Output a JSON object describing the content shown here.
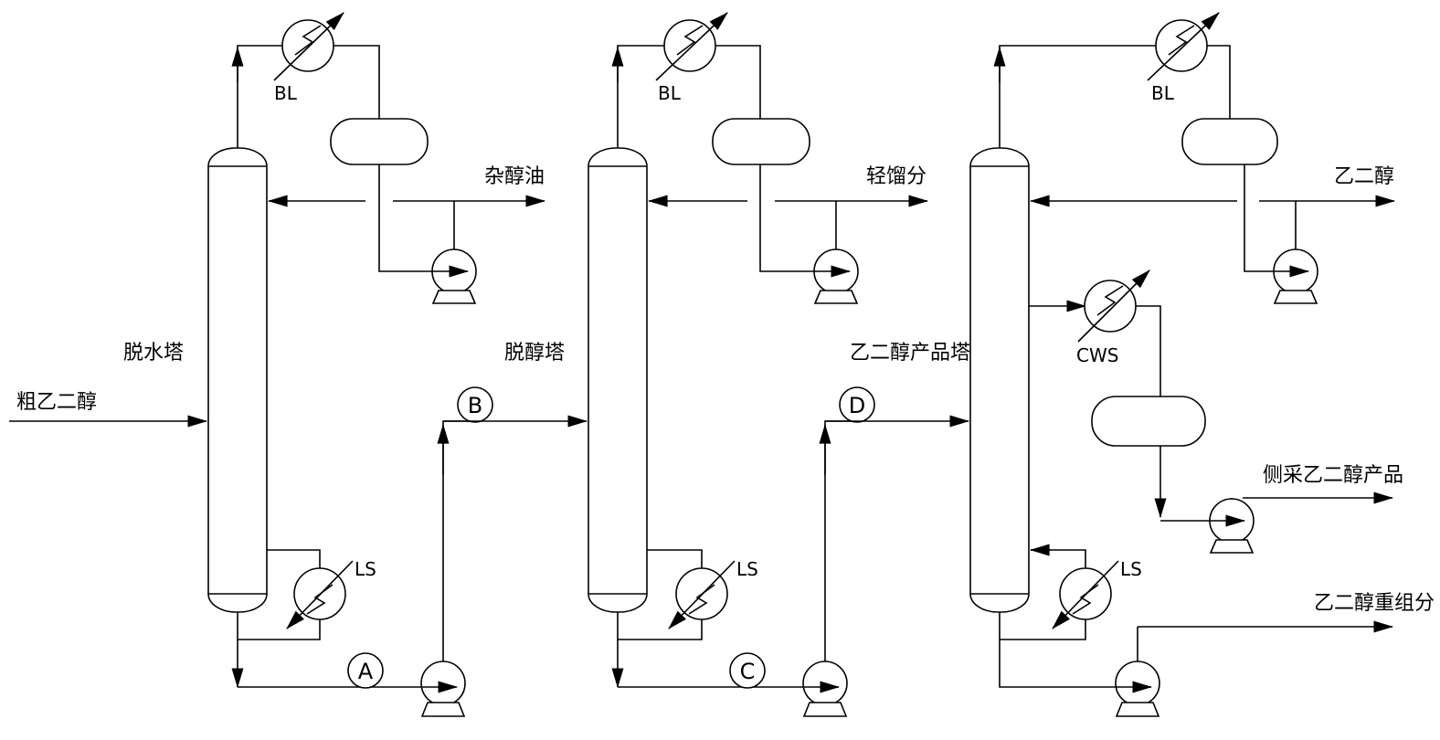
{
  "labels": {
    "crude_feed": "粗乙二醇",
    "col1": "脱水塔",
    "col2": "脱醇塔",
    "col3": "乙二醇产品塔",
    "out1": "杂醇油",
    "out2": "轻馏分",
    "out3": "乙二醇",
    "side": "侧采乙二醇产品",
    "heavy": "乙二醇重组分"
  },
  "utilities": {
    "bl": "BL",
    "ls": "LS",
    "cws": "CWS"
  },
  "connectors": {
    "a": "A",
    "b": "B",
    "c": "C",
    "d": "D"
  }
}
